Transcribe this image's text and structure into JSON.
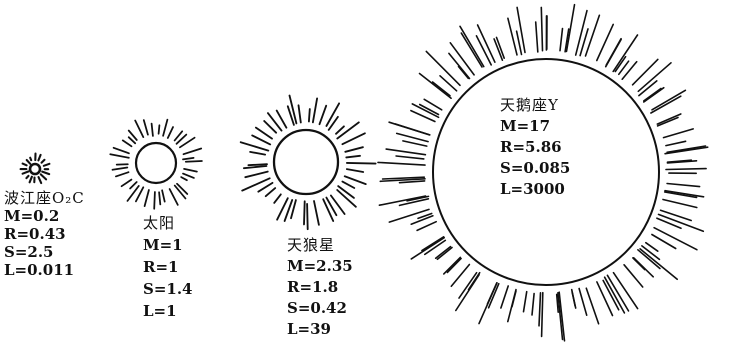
{
  "stars": [
    {
      "id": "boo2c",
      "name": "波江座O₂C",
      "M": "M=0.2",
      "R": "R=0.43",
      "S": "S=2.5",
      "L": "L=0.011"
    },
    {
      "id": "sun",
      "name": "太阳",
      "M": "M=1",
      "R": "R=1",
      "S": "S=1.4",
      "L": "L=1"
    },
    {
      "id": "sirius",
      "name": "天狼星",
      "M": "M=2.35",
      "R": "R=1.8",
      "S": "S=0.42",
      "L": "L=39"
    },
    {
      "id": "cygnus",
      "name": "天鹅座Y",
      "M": "M=17",
      "R": "R=5.86",
      "S": "S=0.085",
      "L": "L=3000"
    }
  ],
  "colors": {
    "ink": "#111111",
    "background": "#ffffff"
  }
}
